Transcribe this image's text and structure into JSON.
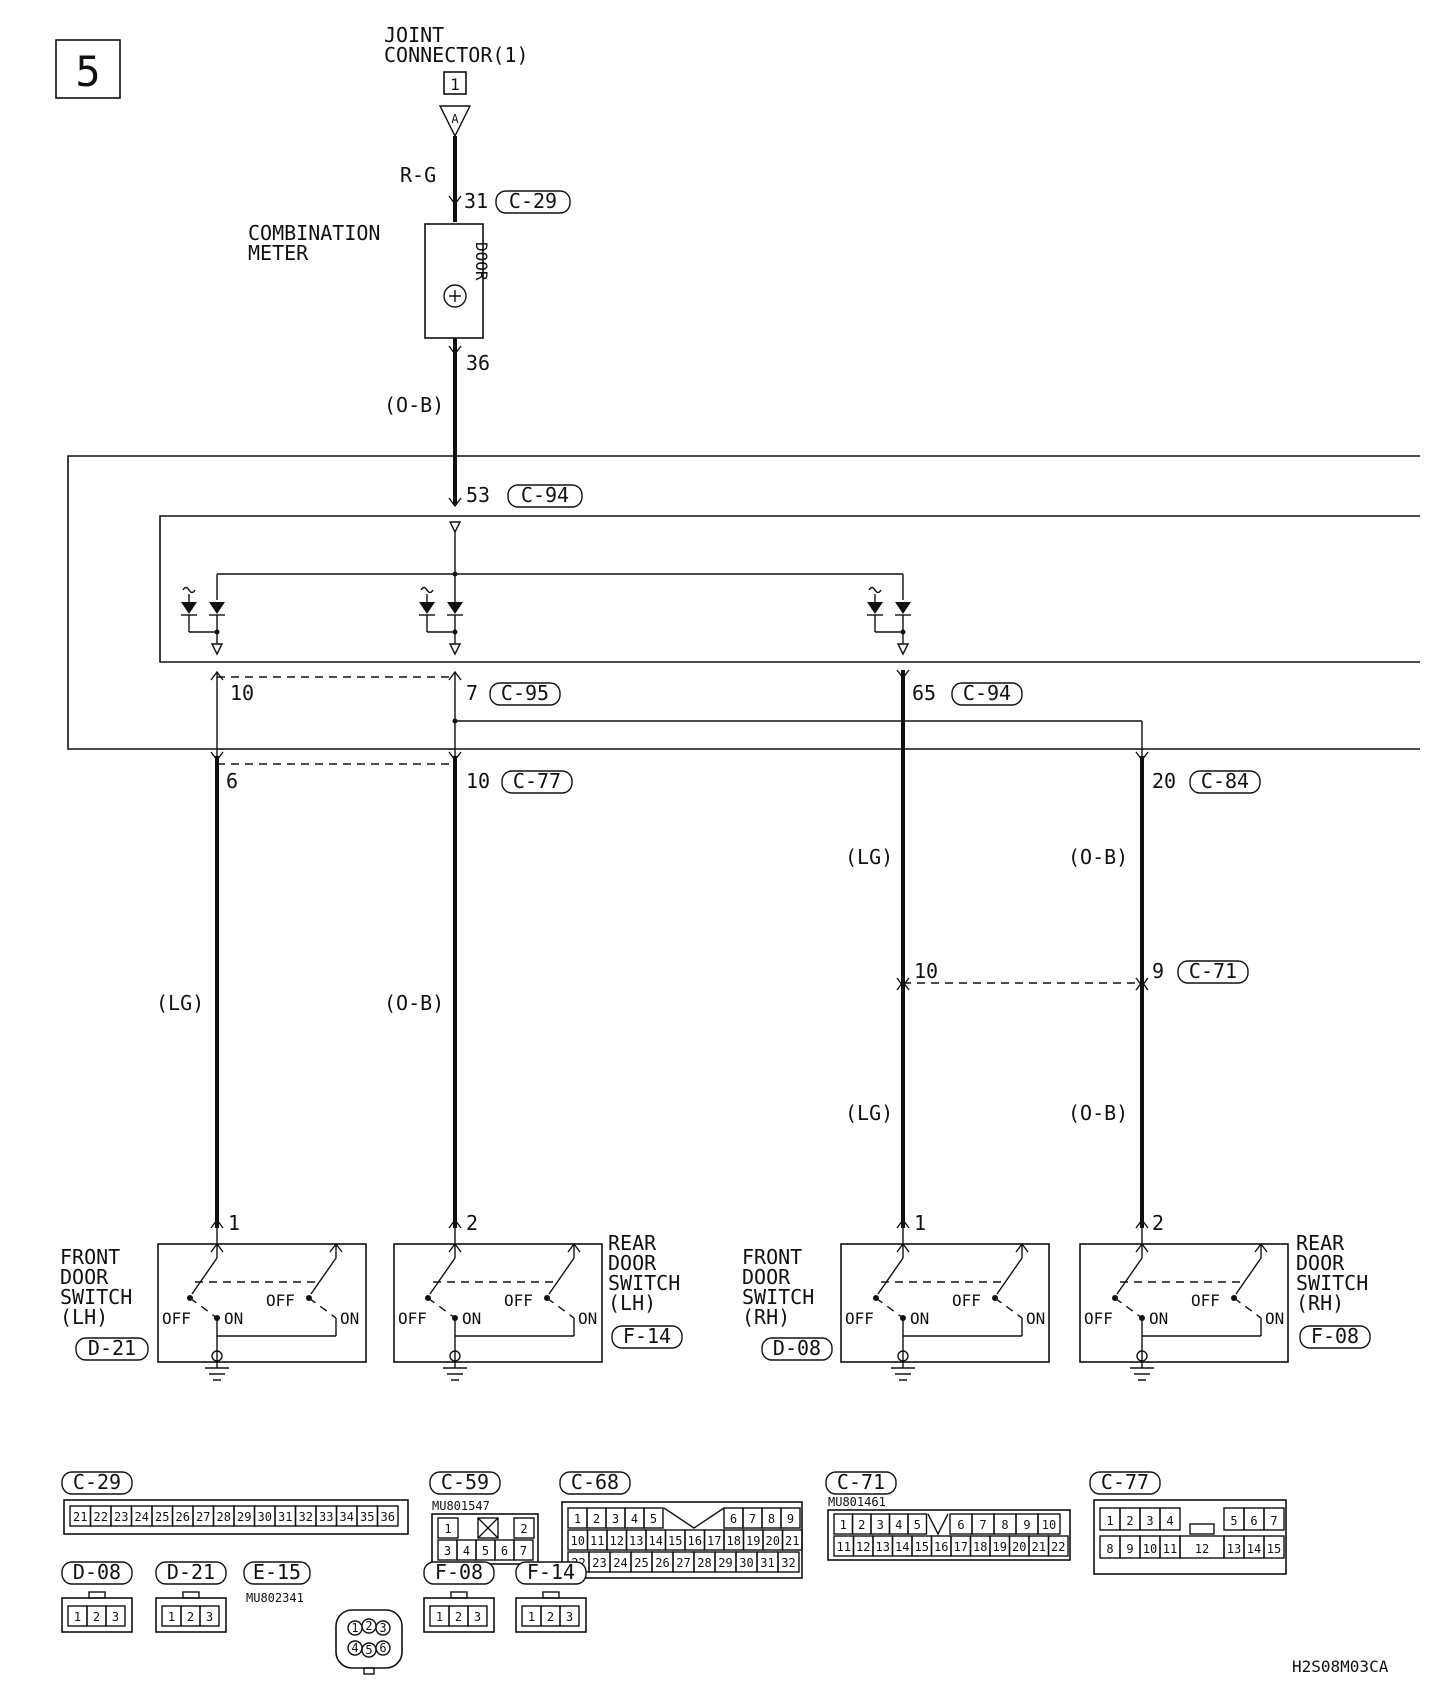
{
  "page_number": "5",
  "joint_connector": {
    "line1": "JOINT",
    "line2": "CONNECTOR(1)",
    "tag": "1",
    "arrow": "A"
  },
  "combination_meter": {
    "line1": "COMBINATION",
    "line2": "METER",
    "door_label": "DOOR"
  },
  "wires": {
    "rg": "R-G",
    "ob_upper": "(O-B)",
    "lg_left": "(LG)",
    "ob_left": "(O-B)",
    "lg_right_upper": "(LG)",
    "ob_right_upper": "(O-B)",
    "lg_right_lower": "(LG)",
    "ob_right_lower": "(O-B)"
  },
  "pins": {
    "p31": "31",
    "p36": "36",
    "p53": "53",
    "p10a": "10",
    "p7": "7",
    "p65": "65",
    "p6": "6",
    "p10b": "10",
    "p20": "20",
    "p10c": "10",
    "p9": "9",
    "sw_fl": "1",
    "sw_rl": "2",
    "sw_fr": "1",
    "sw_rr": "2"
  },
  "connectors": {
    "c29": "C-29",
    "c94a": "C-94",
    "c95": "C-95",
    "c94b": "C-94",
    "c77": "C-77",
    "c84": "C-84",
    "c71": "C-71"
  },
  "switches": [
    {
      "l1": "FRONT",
      "l2": "DOOR",
      "l3": "SWITCH",
      "l4": "(LH)",
      "conn": "D-21"
    },
    {
      "l1": "REAR",
      "l2": "DOOR",
      "l3": "SWITCH",
      "l4": "(LH)",
      "conn": "F-14"
    },
    {
      "l1": "FRONT",
      "l2": "DOOR",
      "l3": "SWITCH",
      "l4": "(RH)",
      "conn": "D-08"
    },
    {
      "l1": "REAR",
      "l2": "DOOR",
      "l3": "SWITCH",
      "l4": "(RH)",
      "conn": "F-08"
    }
  ],
  "switch_states": {
    "off": "OFF",
    "on": "ON"
  },
  "views": {
    "c29": {
      "name": "C-29",
      "pins": [
        "21",
        "22",
        "23",
        "24",
        "25",
        "26",
        "27",
        "28",
        "29",
        "30",
        "31",
        "32",
        "33",
        "34",
        "35",
        "36"
      ]
    },
    "c59": {
      "name": "C-59",
      "part": "MU801547",
      "row1": [
        "1",
        "2"
      ],
      "row2": [
        "3",
        "4",
        "5",
        "6",
        "7"
      ]
    },
    "c68": {
      "name": "C-68",
      "row1": [
        "1",
        "2",
        "3",
        "4",
        "5",
        "6",
        "7",
        "8",
        "9"
      ],
      "row2": [
        "10",
        "11",
        "12",
        "13",
        "14",
        "15",
        "16",
        "17",
        "18",
        "19",
        "20",
        "21"
      ],
      "row3": [
        "22",
        "23",
        "24",
        "25",
        "26",
        "27",
        "28",
        "29",
        "30",
        "31",
        "32"
      ]
    },
    "c71": {
      "name": "C-71",
      "part": "MU801461",
      "row1": [
        "1",
        "2",
        "3",
        "4",
        "5",
        "6",
        "7",
        "8",
        "9",
        "10"
      ],
      "row2": [
        "11",
        "12",
        "13",
        "14",
        "15",
        "16",
        "17",
        "18",
        "19",
        "20",
        "21",
        "22"
      ]
    },
    "c77": {
      "name": "C-77",
      "row1": [
        "1",
        "2",
        "3",
        "4",
        "5",
        "6",
        "7"
      ],
      "row2": [
        "8",
        "9",
        "10",
        "11",
        "12",
        "13",
        "14",
        "15"
      ]
    },
    "d08": {
      "name": "D-08",
      "pins": [
        "1",
        "2",
        "3"
      ]
    },
    "d21": {
      "name": "D-21",
      "pins": [
        "1",
        "2",
        "3"
      ]
    },
    "e15": {
      "name": "E-15",
      "part": "MU802341",
      "pins": [
        "1",
        "2",
        "3",
        "4",
        "5",
        "6"
      ]
    },
    "f08": {
      "name": "F-08",
      "pins": [
        "1",
        "2",
        "3"
      ]
    },
    "f14": {
      "name": "F-14",
      "pins": [
        "1",
        "2",
        "3"
      ]
    }
  },
  "figure_code": "H2S08M03CA"
}
